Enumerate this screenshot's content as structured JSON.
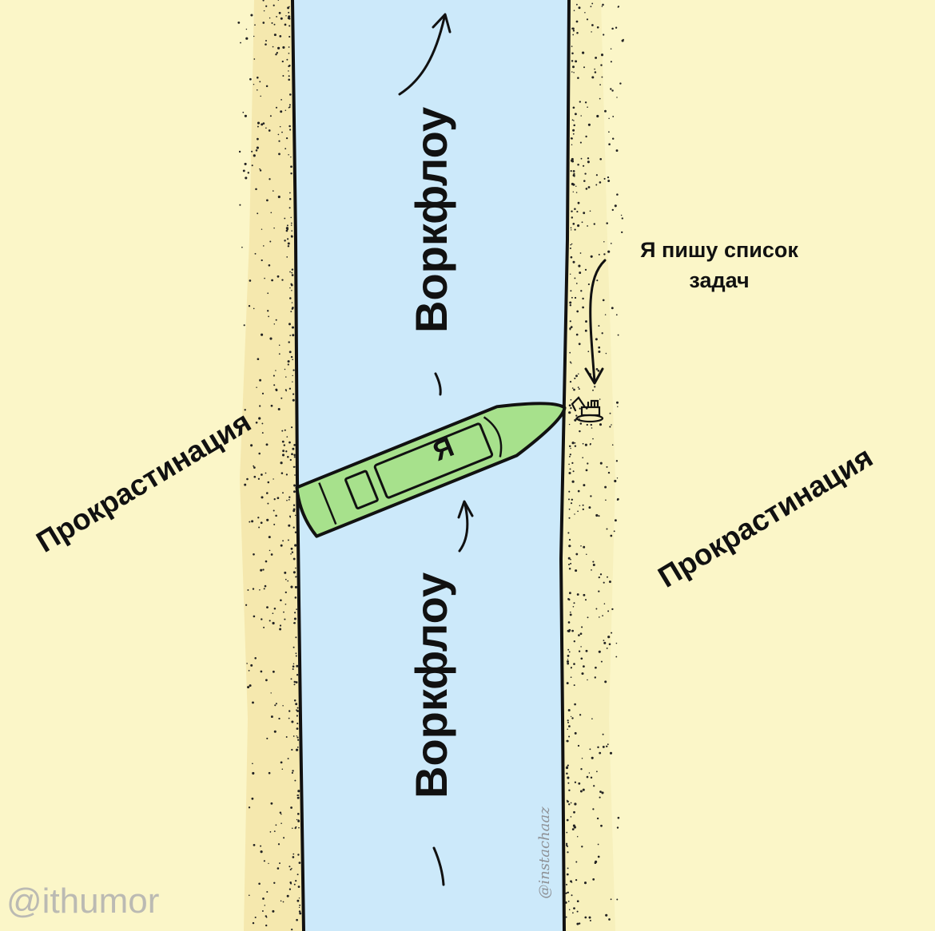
{
  "colors": {
    "sand": "#fbf6c8",
    "sand_shade": "#f2e3a2",
    "river": "#cce9fa",
    "boat": "#a7e18c",
    "ink": "#111111",
    "watermark": "#b0b0b0"
  },
  "labels": {
    "workflow_top": "Воркфлоу",
    "workflow_bottom": "Воркфлоу",
    "procrastination_left": "Прокрастинация",
    "procrastination_right": "Прокрастинация",
    "boat": "Я",
    "note": "Я пишу список задач"
  },
  "signature": "@instachaaz",
  "watermark": "@ithumor",
  "icons": {
    "boat": "ship-icon",
    "digger": "excavator-icon",
    "arrows": "curved-arrow-icon"
  }
}
